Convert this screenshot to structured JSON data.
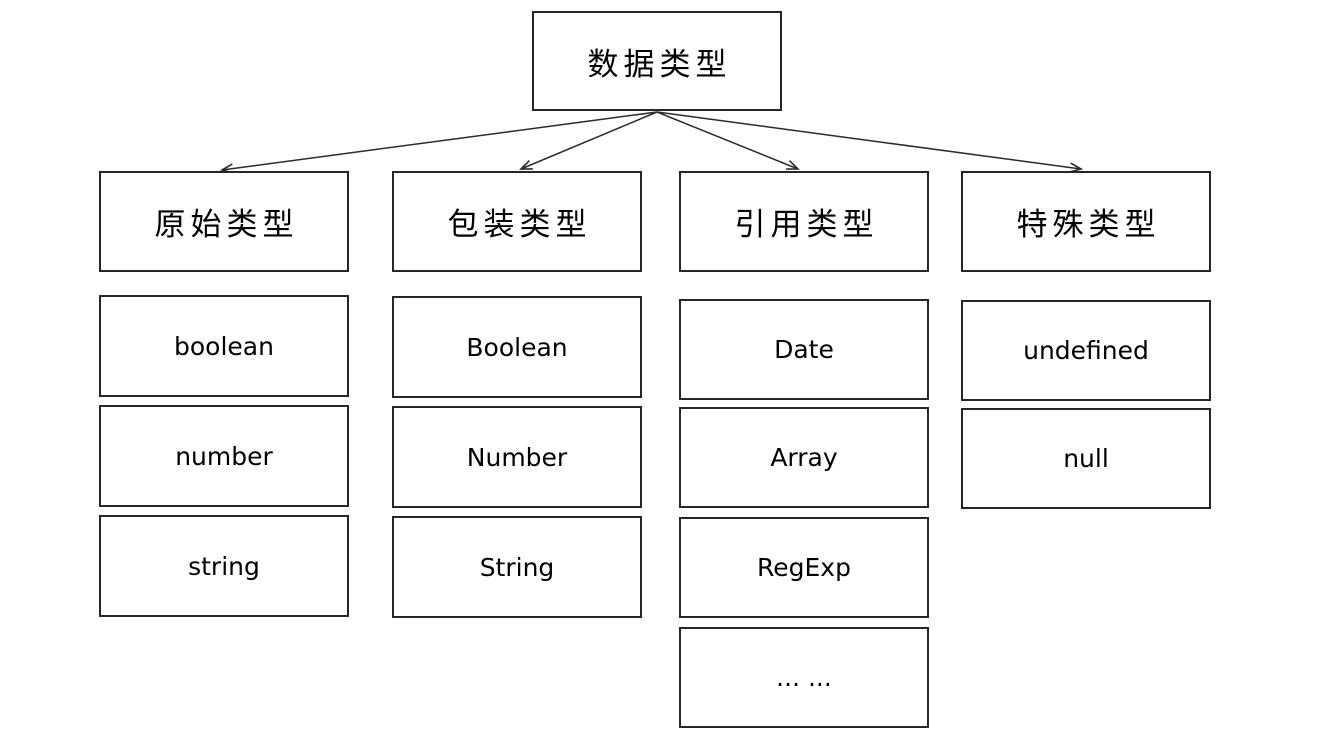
{
  "diagram": {
    "root": {
      "label": "数据类型"
    },
    "columns": [
      {
        "header": "原始类型",
        "children": [
          "boolean",
          "number",
          "string"
        ]
      },
      {
        "header": "包装类型",
        "children": [
          "Boolean",
          "Number",
          "String"
        ]
      },
      {
        "header": "引用类型",
        "children": [
          "Date",
          "Array",
          "RegExp",
          "... ..."
        ]
      },
      {
        "header": "特殊类型",
        "children": [
          "undefined",
          "null"
        ]
      }
    ],
    "edges": [
      {
        "from": "数据类型",
        "to": "原始类型"
      },
      {
        "from": "数据类型",
        "to": "包装类型"
      },
      {
        "from": "数据类型",
        "to": "引用类型"
      },
      {
        "from": "数据类型",
        "to": "特殊类型"
      }
    ],
    "colors": {
      "background": "#ffffff",
      "border": "#262626",
      "arrow": "#2b2b2b",
      "text": "#000000"
    }
  }
}
